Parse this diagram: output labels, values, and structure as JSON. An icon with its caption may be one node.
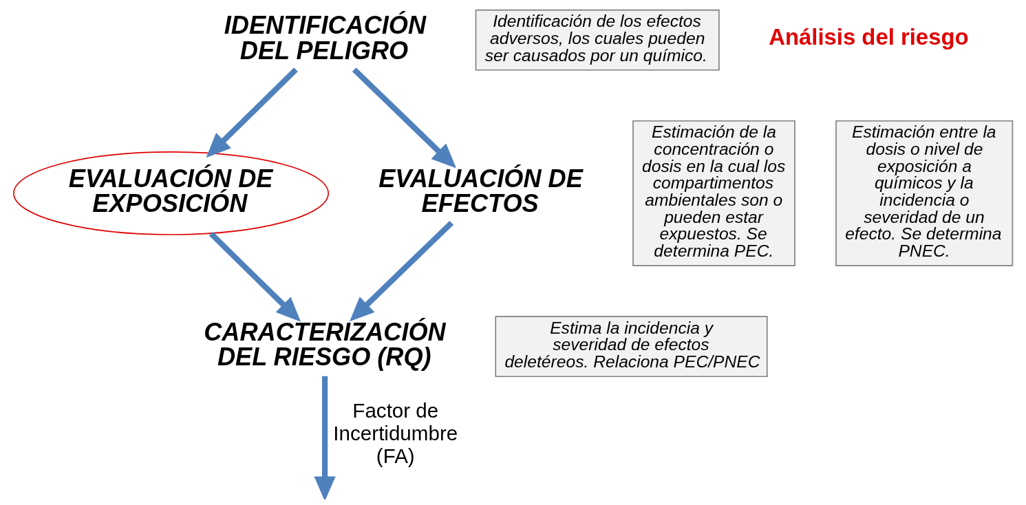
{
  "diagram": {
    "nodes": [
      {
        "text": [
          "IDENTIFICACIÓN DEL PELIGRO"
        ]
      },
      {
        "text": [
          "Identificación de los efectos adversos, los cuales pueden ser causados por un químico."
        ]
      },
      {
        "text": [
          "EVALUACIÓN DE EXPOSICIÓN"
        ]
      },
      {
        "text": [
          "EVALUACIÓN DE EFECTOS"
        ]
      },
      {
        "text": [
          "Estimación de la concentración o dosis en la cual los compartimentos ambientales son o pueden estar expuestos. Se determina PEC."
        ]
      },
      {
        "text": [
          "Estima la incidencia y severidad de efectos deletéreos. Relaciona PEC/PNEC"
        ]
      },
      {
        "text": [
          "CARACTERIZACIÓN DEL RIESGO (RQ)"
        ]
      },
      {
        "text": [
          "Estimación entre la dosis o nivel de exposición a químicos y la incidencia o severidad de un efecto. Se determina PNEC."
        ]
      }
    ],
    "edges": [
      {
        "from": 0,
        "to": 2,
        "arrow": "to"
      },
      {
        "from": 0,
        "to": 3,
        "arrow": "to"
      },
      {
        "from": 2,
        "to": 6,
        "arrow": "to"
      },
      {
        "from": 3,
        "to": 6,
        "arrow": "to"
      },
      {
        "from": 6,
        "to": null,
        "arrow": "to",
        "label": "Factor de Incertidumbre (FA)"
      }
    ],
    "labels": [
      "Análisis del riesgo"
    ]
  }
}
